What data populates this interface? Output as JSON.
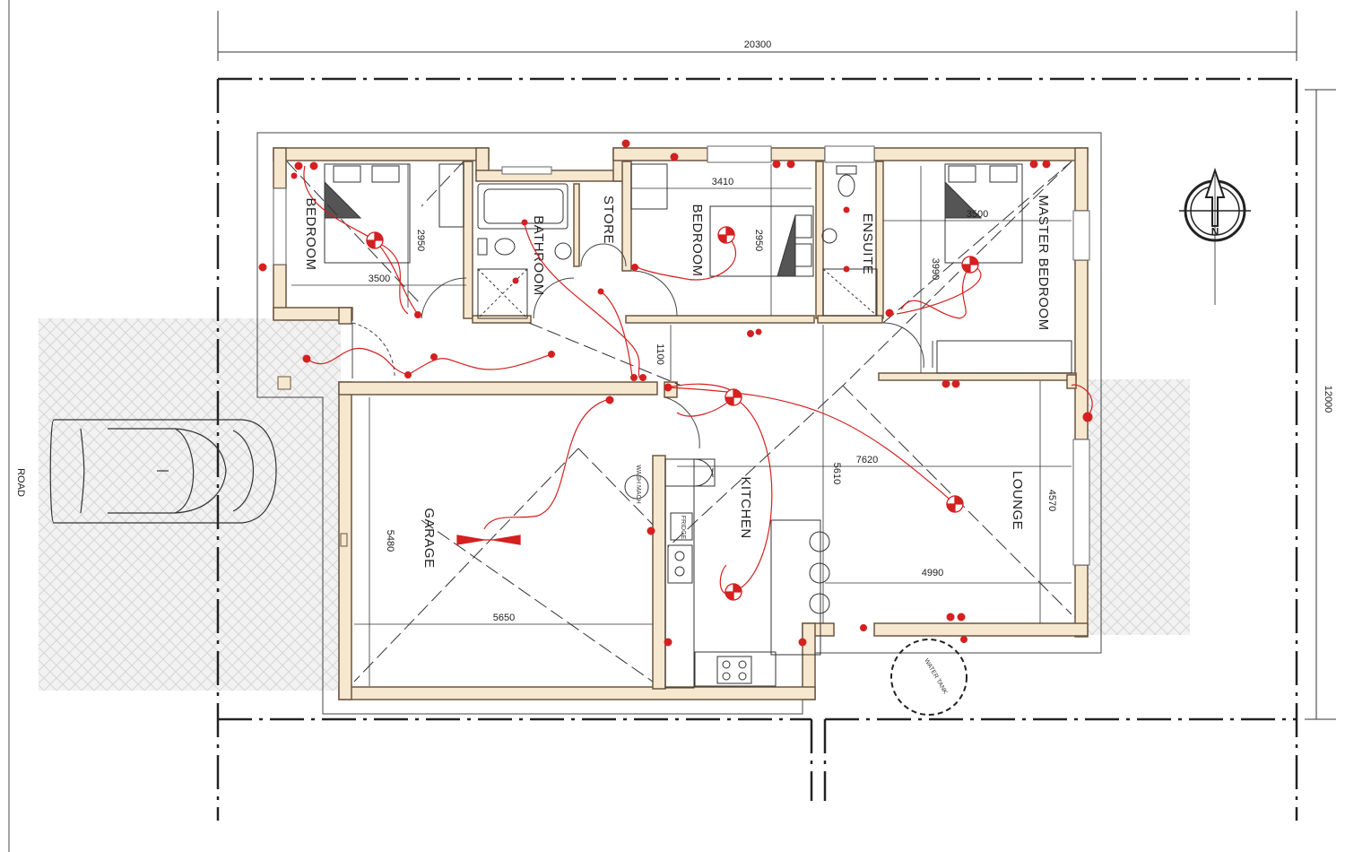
{
  "overall": {
    "width_dim": "20300",
    "depth_dim": "12000",
    "road_label": "ROAD",
    "water_tank_label": "WATER TANK",
    "north_label": "N"
  },
  "rooms": {
    "bedroom_2": "BEDROOM",
    "bathroom": "BATHROOM",
    "store": "STORE",
    "bedroom_3": "BEDROOM",
    "ensuite": "ENSUITE",
    "master_bedroom": "MASTER BEDROOM",
    "garage": "GARAGE",
    "kitchen": "KITCHEN",
    "lounge": "LOUNGE"
  },
  "dimensions": {
    "bed2_width": "3500",
    "bed2_depth": "2950",
    "bed3_width": "3410",
    "bed3_depth": "2950",
    "master_width": "3500",
    "master_depth": "3990",
    "hall_width": "1100",
    "lounge_width": "7620",
    "lounge_depth": "4570",
    "living_depth": "5610",
    "kitchen_lounge_width": "4990",
    "garage_depth": "5480",
    "garage_width": "5650"
  },
  "fixtures": {
    "wash_machine": "WASH MACH",
    "fridge": "FRIDGE"
  },
  "colors": {
    "wall_fill": "#f6e7cf",
    "wall_line": "#6b5640",
    "electrical": "#d42020",
    "paving": "#e6e6e6"
  }
}
